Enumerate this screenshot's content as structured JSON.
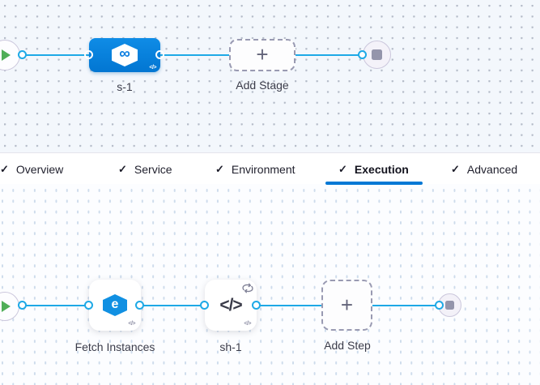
{
  "colors": {
    "connector": "#1ea9e6",
    "accent": "#0278d5",
    "stage_blue": "#0b85e0",
    "underline": "#0278d5"
  },
  "glyphs": {
    "check": "✓",
    "plus": "+",
    "infinity": "∞",
    "code": "</>",
    "e": "e"
  },
  "stage_pipeline": {
    "stage": {
      "label": "s-1"
    },
    "add_stage": {
      "label": "Add Stage"
    }
  },
  "tabs": [
    {
      "label": "Overview"
    },
    {
      "label": "Service"
    },
    {
      "label": "Environment"
    },
    {
      "label": "Execution",
      "active": true
    },
    {
      "label": "Advanced"
    }
  ],
  "execution_pipeline": {
    "steps": [
      {
        "label": "Fetch Instances"
      },
      {
        "label": "sh-1"
      }
    ],
    "add_step": {
      "label": "Add Step"
    }
  }
}
